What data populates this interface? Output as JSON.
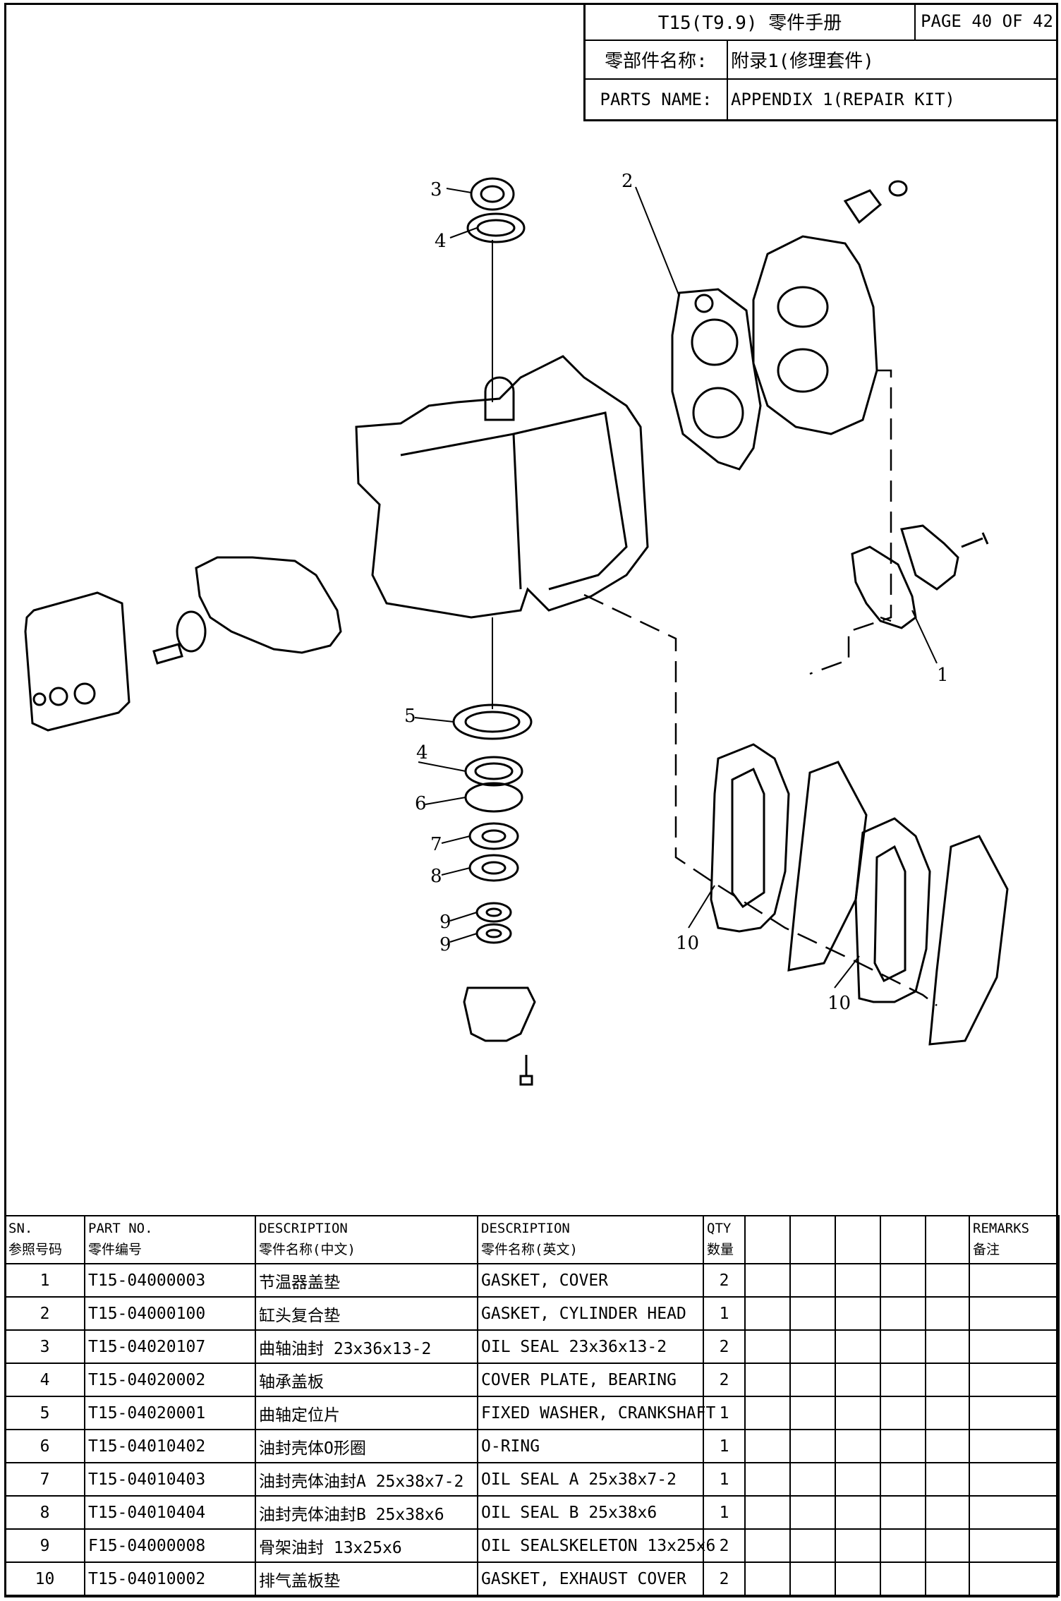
{
  "title_block": {
    "book_title": "T15(T9.9) 零件手册",
    "page": "PAGE 40 OF 42",
    "name_cn_label": "零部件名称:",
    "name_cn_value": "附录1(修理套件)",
    "name_en_label": "PARTS NAME:",
    "name_en_value": "APPENDIX 1(REPAIR KIT)"
  },
  "callouts": [
    "1",
    "2",
    "3",
    "4",
    "4",
    "5",
    "6",
    "7",
    "8",
    "9",
    "9",
    "10",
    "10"
  ],
  "table": {
    "headers": {
      "sn": [
        "SN.",
        "参照号码"
      ],
      "part_no": [
        "PART NO.",
        "零件编号"
      ],
      "desc_cn": [
        "DESCRIPTION",
        "零件名称(中文)"
      ],
      "desc_en": [
        "DESCRIPTION",
        "零件名称(英文)"
      ],
      "qty": [
        "QTY",
        "数量"
      ],
      "remarks": [
        "REMARKS",
        "备注"
      ]
    },
    "rows": [
      {
        "sn": "1",
        "part_no": "T15-04000003",
        "desc_cn": "节温器盖垫",
        "desc_en": "GASKET, COVER",
        "qty": "2"
      },
      {
        "sn": "2",
        "part_no": "T15-04000100",
        "desc_cn": "缸头复合垫",
        "desc_en": "GASKET, CYLINDER HEAD",
        "qty": "1"
      },
      {
        "sn": "3",
        "part_no": "T15-04020107",
        "desc_cn": "曲轴油封 23x36x13-2",
        "desc_en": "OIL SEAL 23x36x13-2",
        "qty": "2"
      },
      {
        "sn": "4",
        "part_no": "T15-04020002",
        "desc_cn": "轴承盖板",
        "desc_en": "COVER PLATE, BEARING",
        "qty": "2"
      },
      {
        "sn": "5",
        "part_no": "T15-04020001",
        "desc_cn": "曲轴定位片",
        "desc_en": "FIXED WASHER, CRANKSHAFT",
        "qty": "1"
      },
      {
        "sn": "6",
        "part_no": "T15-04010402",
        "desc_cn": "油封壳体O形圈",
        "desc_en": "O-RING",
        "qty": "1"
      },
      {
        "sn": "7",
        "part_no": "T15-04010403",
        "desc_cn": "油封壳体油封A 25x38x7-2",
        "desc_en": "OIL SEAL A 25x38x7-2",
        "qty": "1"
      },
      {
        "sn": "8",
        "part_no": "T15-04010404",
        "desc_cn": "油封壳体油封B  25x38x6",
        "desc_en": "OIL SEAL B 25x38x6",
        "qty": "1"
      },
      {
        "sn": "9",
        "part_no": "F15-04000008",
        "desc_cn": "骨架油封 13x25x6",
        "desc_en": "OIL SEALSKELETON 13x25x6",
        "qty": "2"
      },
      {
        "sn": "10",
        "part_no": "T15-04010002",
        "desc_cn": "排气盖板垫",
        "desc_en": "GASKET, EXHAUST COVER",
        "qty": "2"
      }
    ]
  }
}
